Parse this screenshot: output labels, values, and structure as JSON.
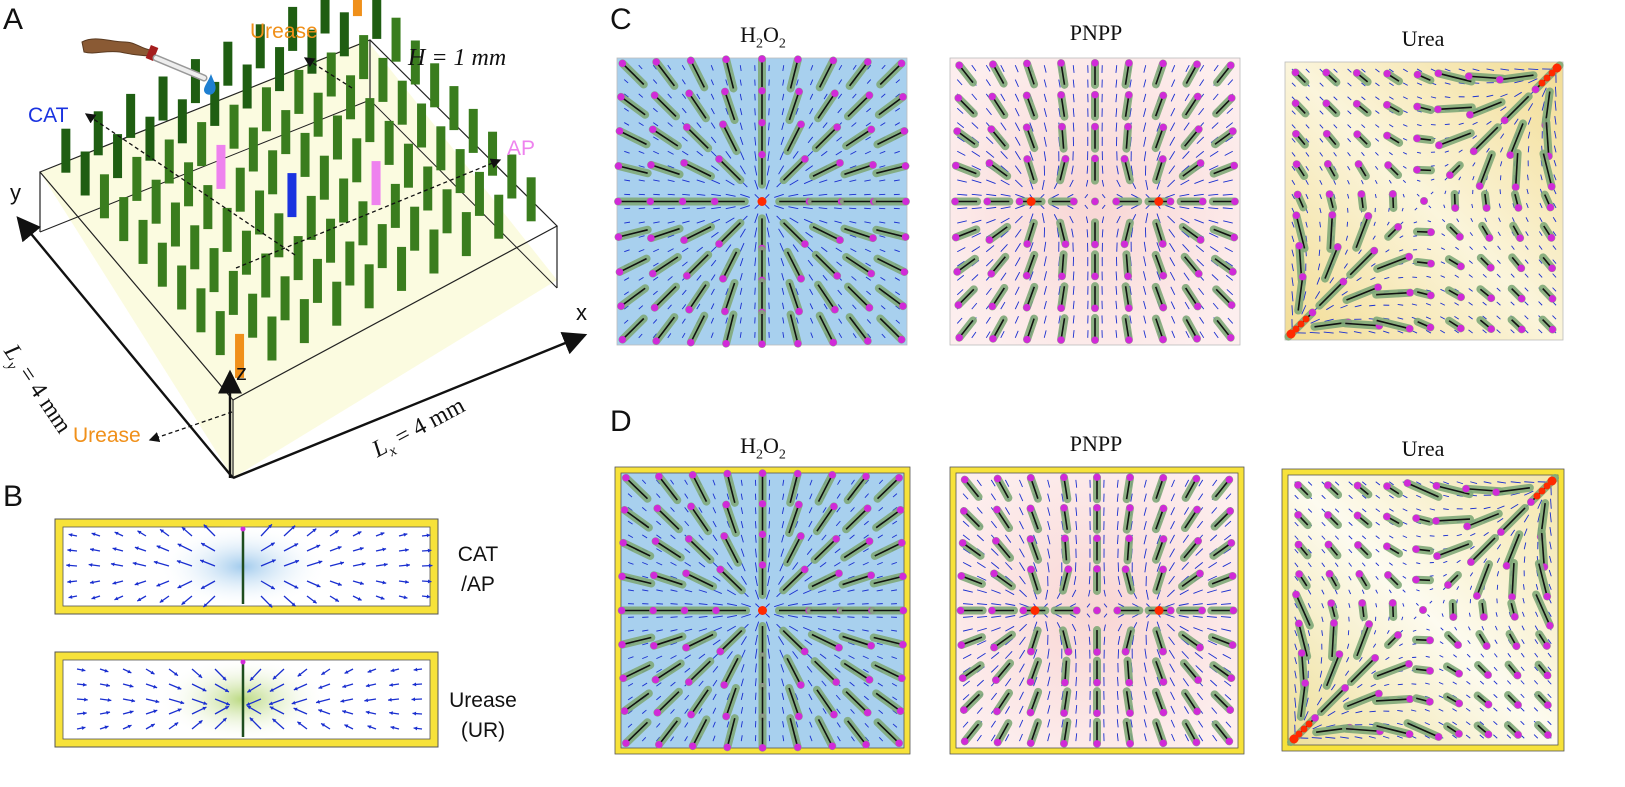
{
  "panels": {
    "A": {
      "letter": "A",
      "labels": {
        "urease_top": "Urease",
        "cat": "CAT",
        "ap": "AP",
        "urease_bottom": "Urease",
        "height": "H = 1 mm",
        "ly": "L",
        "ly_sub": "y",
        "ly_rest": " = 4 mm",
        "lx": "L",
        "lx_sub": "x",
        "lx_rest": " = 4 mm",
        "axis_x": "x",
        "axis_y": "y",
        "axis_z": "z"
      },
      "colors": {
        "urease": "#f0901a",
        "cat": "#1a33e0",
        "ap": "#ee82ee",
        "rod": "#3a7d1e",
        "rod_dark": "#1f5e12",
        "floor": "#fbfbe0"
      }
    },
    "B": {
      "letter": "B",
      "row1_label_1": "CAT",
      "row1_label_2": "/AP",
      "row2_label_1": "Urease",
      "row2_label_2": "(UR)"
    },
    "C": {
      "letter": "C",
      "titles": {
        "h2o2_main": "H",
        "h2o2_sub1": "2",
        "h2o2_mid": "O",
        "h2o2_sub2": "2",
        "pnpp": "PNPP",
        "urea": "Urea"
      }
    },
    "D": {
      "letter": "D",
      "titles": {
        "h2o2_main": "H",
        "h2o2_sub1": "2",
        "h2o2_mid": "O",
        "h2o2_sub2": "2",
        "pnpp": "PNPP",
        "urea": "Urea"
      }
    },
    "colors": {
      "h2o2_bg": "#a8d0ee",
      "pnpp_bg": "#fbe4e4",
      "urea_bg": "#f3e4a8",
      "wall": "#f7e23a",
      "arrow": "#1a2fd0",
      "tip": "#d12ad8",
      "body": "#7fa878",
      "center": "#ff2a00"
    }
  }
}
